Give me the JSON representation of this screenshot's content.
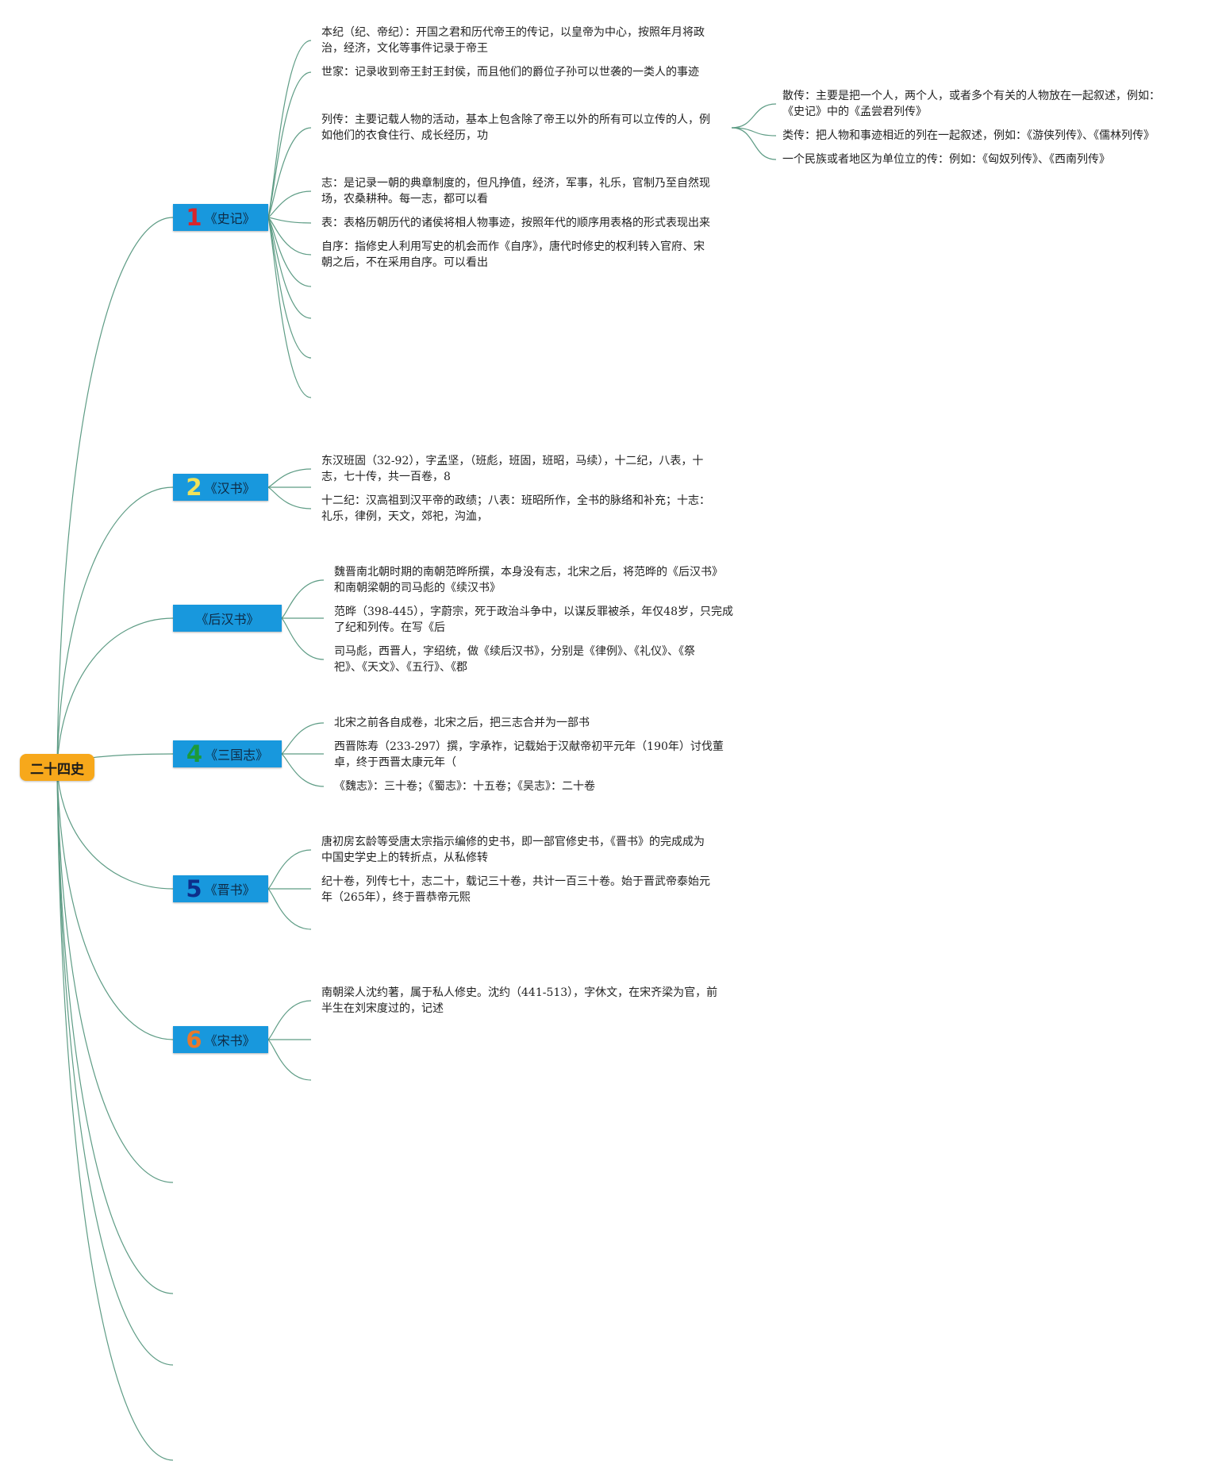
{
  "root": {
    "label": "二十四史"
  },
  "colors": {
    "root_bg": "#f7a81b",
    "branch_bg": "#1898dd",
    "connector": "#5e9c85",
    "num_1": "#d8262a",
    "num_2": "#f1e25a",
    "num_4": "#1c9a39",
    "num_5": "#0d2e8a",
    "num_6": "#e8792b"
  },
  "branches": [
    {
      "number": "1",
      "label": "《史记》",
      "items": [
        {
          "lines": [
            "本纪（纪、帝纪）：开国之君和历代帝王的传记，以皇帝为中心，按照年月将政",
            "治，经济，文化等事件记录于帝王"
          ]
        },
        {
          "lines": [
            "世家：记录收到帝王封王封侯，而且他们的爵位子孙可以世袭的一类人的事迹"
          ]
        },
        {
          "lines": [
            "列传：主要记载人物的活动，基本上包含除了帝王以外的所有可以立传的人，例",
            "如他们的衣食住行、成长经历，功"
          ]
        },
        {
          "lines": [
            "志：是记录一朝的典章制度的，但凡挣值，经济，军事，礼乐，官制乃至自然现",
            "场，农桑耕种。每一志，都可以看"
          ]
        },
        {
          "lines": [
            "表：表格历朝历代的诸侯将相人物事迹，按照年代的顺序用表格的形式表现出来"
          ]
        },
        {
          "lines": [
            "自序：指修史人利用写史的机会而作《自序》，唐代时修史的权利转入官府、宋",
            "朝之后，不在采用自序。可以看出"
          ]
        }
      ]
    },
    {
      "number": "2",
      "label": "《汉书》",
      "items": [
        {
          "lines": [
            "东汉班固（32-92），字孟坚，（班彪，班固，班昭，马续），十二纪，八表，十",
            "志，七十传，共一百卷，8"
          ]
        },
        {
          "lines": [
            "十二纪：汉高祖到汉平帝的政绩；八表：班昭所作，全书的脉络和补充；十志：",
            "礼乐，律例，天文，郊祀，沟洫，"
          ]
        }
      ]
    },
    {
      "number": "",
      "label": "《后汉书》",
      "items": [
        {
          "lines": [
            "魏晋南北朝时期的南朝范晔所撰，本身没有志，北宋之后，将范晔的《后汉书》",
            "和南朝梁朝的司马彪的《续汉书》"
          ]
        },
        {
          "lines": [
            "范晔（398-445），字蔚宗，死于政治斗争中，以谋反罪被杀，年仅48岁，只完成",
            "了纪和列传。在写《后"
          ]
        },
        {
          "lines": [
            "司马彪，西晋人，字绍统，做《续后汉书》，分别是《律例》、《礼仪》、《祭",
            "祀》、《天文》、《五行》、《郡"
          ]
        }
      ]
    },
    {
      "number": "4",
      "label": "《三国志》",
      "items": [
        {
          "lines": [
            "北宋之前各自成卷，北宋之后，把三志合并为一部书"
          ]
        },
        {
          "lines": [
            "西晋陈寿（233-297）撰，字承祚，记载始于汉献帝初平元年（190年）讨伐董",
            "卓，终于西晋太康元年（"
          ]
        },
        {
          "lines": [
            "《魏志》：三十卷；《蜀志》：十五卷；《吴志》：二十卷"
          ]
        }
      ]
    },
    {
      "number": "5",
      "label": "《晋书》",
      "items": [
        {
          "lines": [
            "唐初房玄龄等受唐太宗指示编修的史书，即一部官修史书，《晋书》的完成成为",
            "中国史学史上的转折点，从私修转"
          ]
        },
        {
          "lines": [
            "纪十卷，列传七十，志二十，载记三十卷，共计一百三十卷。始于晋武帝泰始元",
            "年（265年），终于晋恭帝元熙"
          ]
        }
      ]
    },
    {
      "number": "6",
      "label": "《宋书》",
      "items": [
        {
          "lines": [
            "南朝梁人沈约著，属于私人修史。沈约（441-513），字休文，在宋齐梁为官，前",
            "半生在刘宋度过的，记述"
          ]
        }
      ]
    }
  ],
  "liezhuan_children": [
    {
      "lines": [
        "散传：主要是把一个人，两个人，或者多个有关的人物放在一起叙述，例如：",
        "《史记》中的《孟尝君列传》"
      ]
    },
    {
      "lines": [
        "类传：把人物和事迹相近的列在一起叙述，例如：《游侠列传》、《儒林列传》"
      ]
    },
    {
      "lines": [
        "一个民族或者地区为单位立的传：例如：《匈奴列传》、《西南列传》"
      ]
    }
  ]
}
